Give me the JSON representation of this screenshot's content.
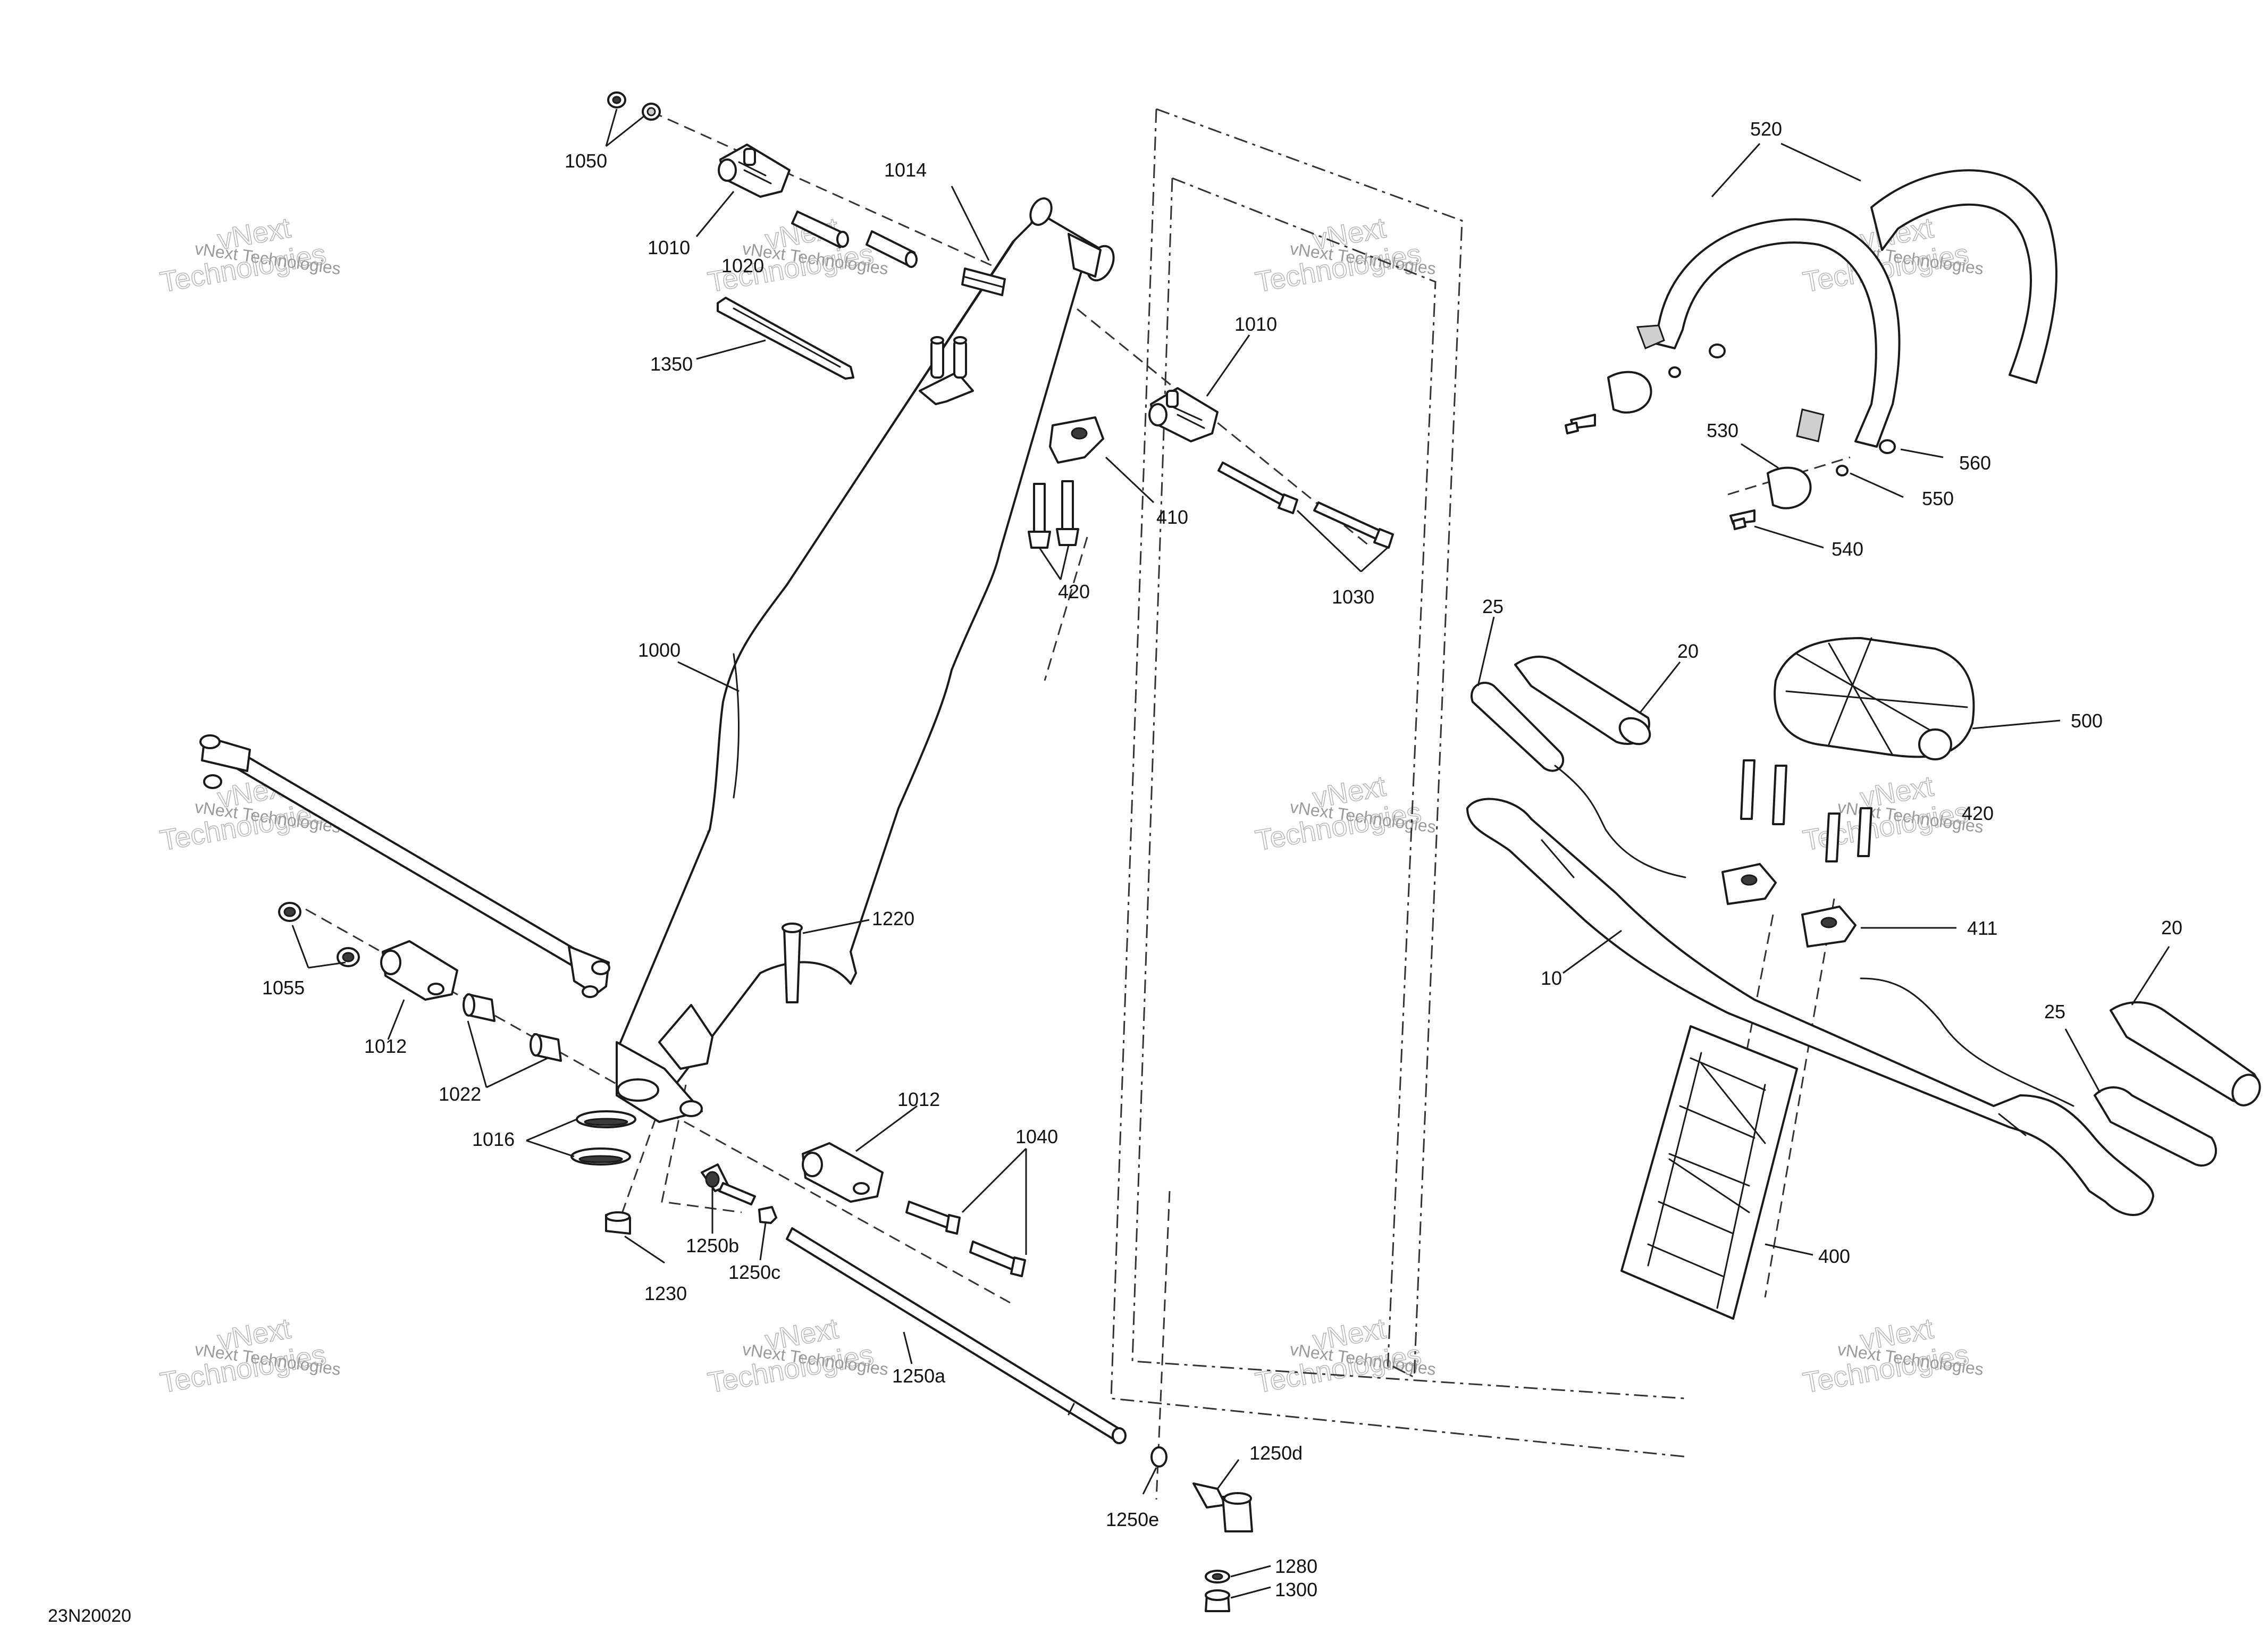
{
  "diagram_code": "23N20020",
  "watermark": {
    "line1": "vNext",
    "line2": "Technologies",
    "small": "vNext Technologies"
  },
  "callouts": {
    "c1050": "1050",
    "c1010a": "1010",
    "c1020": "1020",
    "c1014": "1014",
    "c1350": "1350",
    "c1010b": "1010",
    "c410": "410",
    "c420a": "420",
    "c1030": "1030",
    "c1000": "1000",
    "c1055": "1055",
    "c1012a": "1012",
    "c1022": "1022",
    "c1220": "1220",
    "c1016": "1016",
    "c1012b": "1012",
    "c1040": "1040",
    "c1250b": "1250b",
    "c1250c": "1250c",
    "c1230": "1230",
    "c1250a": "1250a",
    "c1250d": "1250d",
    "c1250e": "1250e",
    "c1280": "1280",
    "c1300": "1300",
    "c520": "520",
    "c530": "530",
    "c560": "560",
    "c550": "550",
    "c540": "540",
    "c25a": "25",
    "c20a": "20",
    "c500": "500",
    "c420b": "420",
    "c411": "411",
    "c10": "10",
    "c20b": "20",
    "c25b": "25",
    "c400": "400"
  }
}
